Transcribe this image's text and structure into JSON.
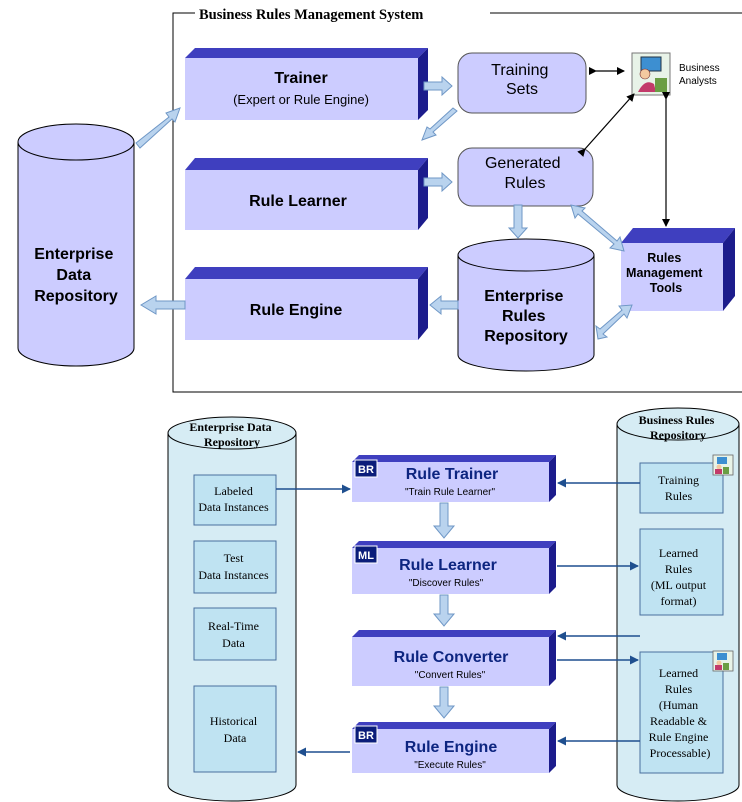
{
  "top": {
    "frame_title": "Business Rules Management System",
    "trainer": {
      "title": "Trainer",
      "subtitle": "(Expert or Rule Engine)"
    },
    "training_sets": [
      "Training",
      "Sets"
    ],
    "business_analysts": [
      "Business",
      "Analysts"
    ],
    "rule_learner": "Rule Learner",
    "generated_rules": [
      "Generated",
      "Rules"
    ],
    "rule_engine": "Rule Engine",
    "enterprise_data_repository": [
      "Enterprise",
      "Data",
      "Repository"
    ],
    "enterprise_rules_repository": [
      "Enterprise",
      "Rules",
      "Repository"
    ],
    "rules_management_tools": [
      "Rules",
      "Management",
      "Tools"
    ]
  },
  "bottom": {
    "left_cylinder_title": [
      "Enterprise Data",
      "Repository"
    ],
    "left_items": [
      [
        "Labeled",
        "Data Instances"
      ],
      [
        "Test",
        "Data Instances"
      ],
      [
        "Real-Time",
        "Data"
      ],
      [
        "Historical",
        "Data"
      ]
    ],
    "right_cylinder_title": [
      "Business Rules",
      "Repository"
    ],
    "right_items": [
      [
        "Training",
        "Rules"
      ],
      [
        "Learned",
        "Rules",
        "(ML output",
        "format)"
      ],
      [
        "Learned",
        "Rules",
        "(Human",
        "Readable &",
        "Rule Engine",
        "Processable)"
      ]
    ],
    "badges": {
      "br": "BR",
      "ml": "ML"
    },
    "rule_trainer": {
      "title": "Rule Trainer",
      "subtitle": "\"Train Rule Learner\""
    },
    "rule_learner": {
      "title": "Rule Learner",
      "subtitle": "\"Discover Rules\""
    },
    "rule_converter": {
      "title": "Rule Converter",
      "subtitle": "\"Convert Rules\""
    },
    "rule_engine": {
      "title": "Rule Engine",
      "subtitle": "\"Execute Rules\""
    }
  },
  "colors": {
    "box_face": "#ccccff",
    "box_top": "#3f3fbf",
    "box_side": "#1c1c8c",
    "light_cyl": "#ccccff",
    "cyan_cyl": "#d6ecf4",
    "cyan_box": "#bfe3f2",
    "arrow_fill": "#b9d3ee",
    "arrow_stroke": "#6f97c6",
    "badge": "#0b1d7a"
  }
}
